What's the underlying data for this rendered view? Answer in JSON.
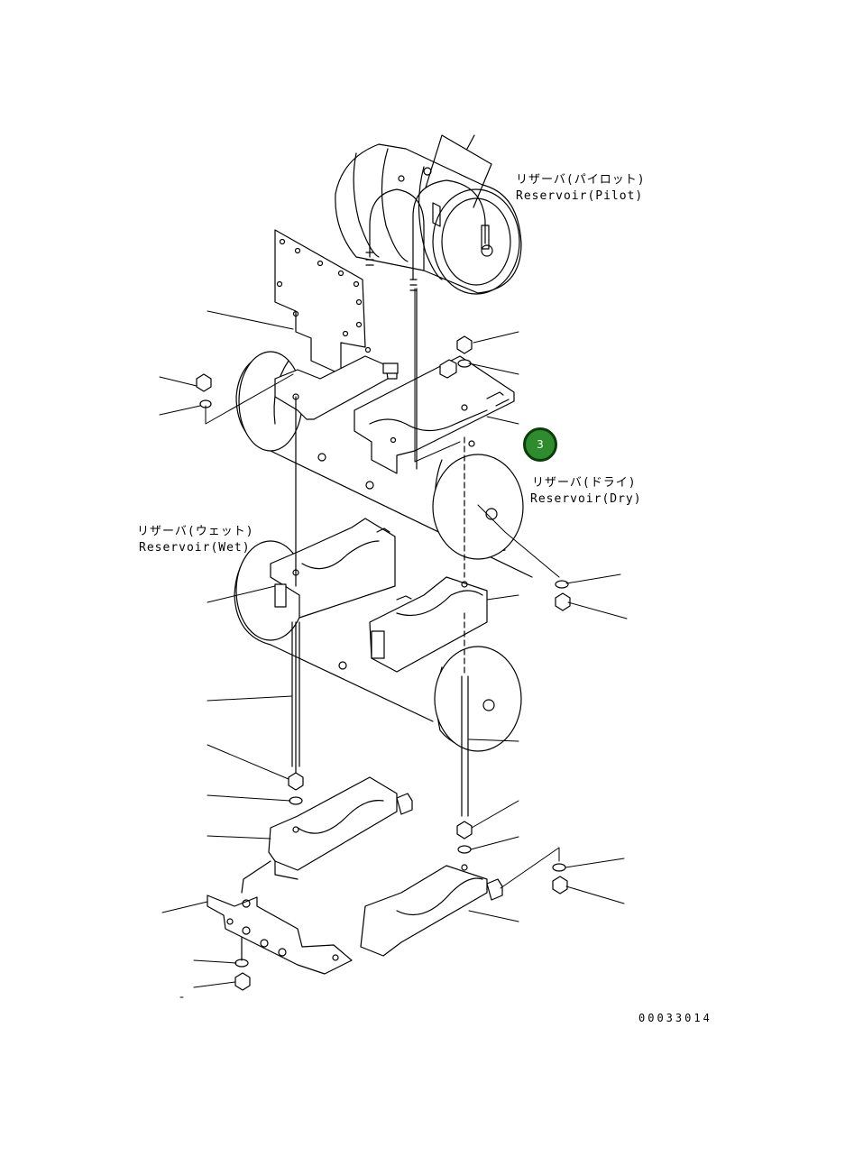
{
  "labels": {
    "pilot_jp": "リザーバ(パイロット)",
    "pilot_en": "Reservoir(Pilot)",
    "dry_jp": "リザーバ(ドライ)",
    "dry_en": "Reservoir(Dry)",
    "wet_jp": "リザーバ(ウェット)",
    "wet_en": "Reservoir(Wet)"
  },
  "callout": {
    "number": "3",
    "color": "#2e8b2e"
  },
  "drawing_number": "00033014"
}
